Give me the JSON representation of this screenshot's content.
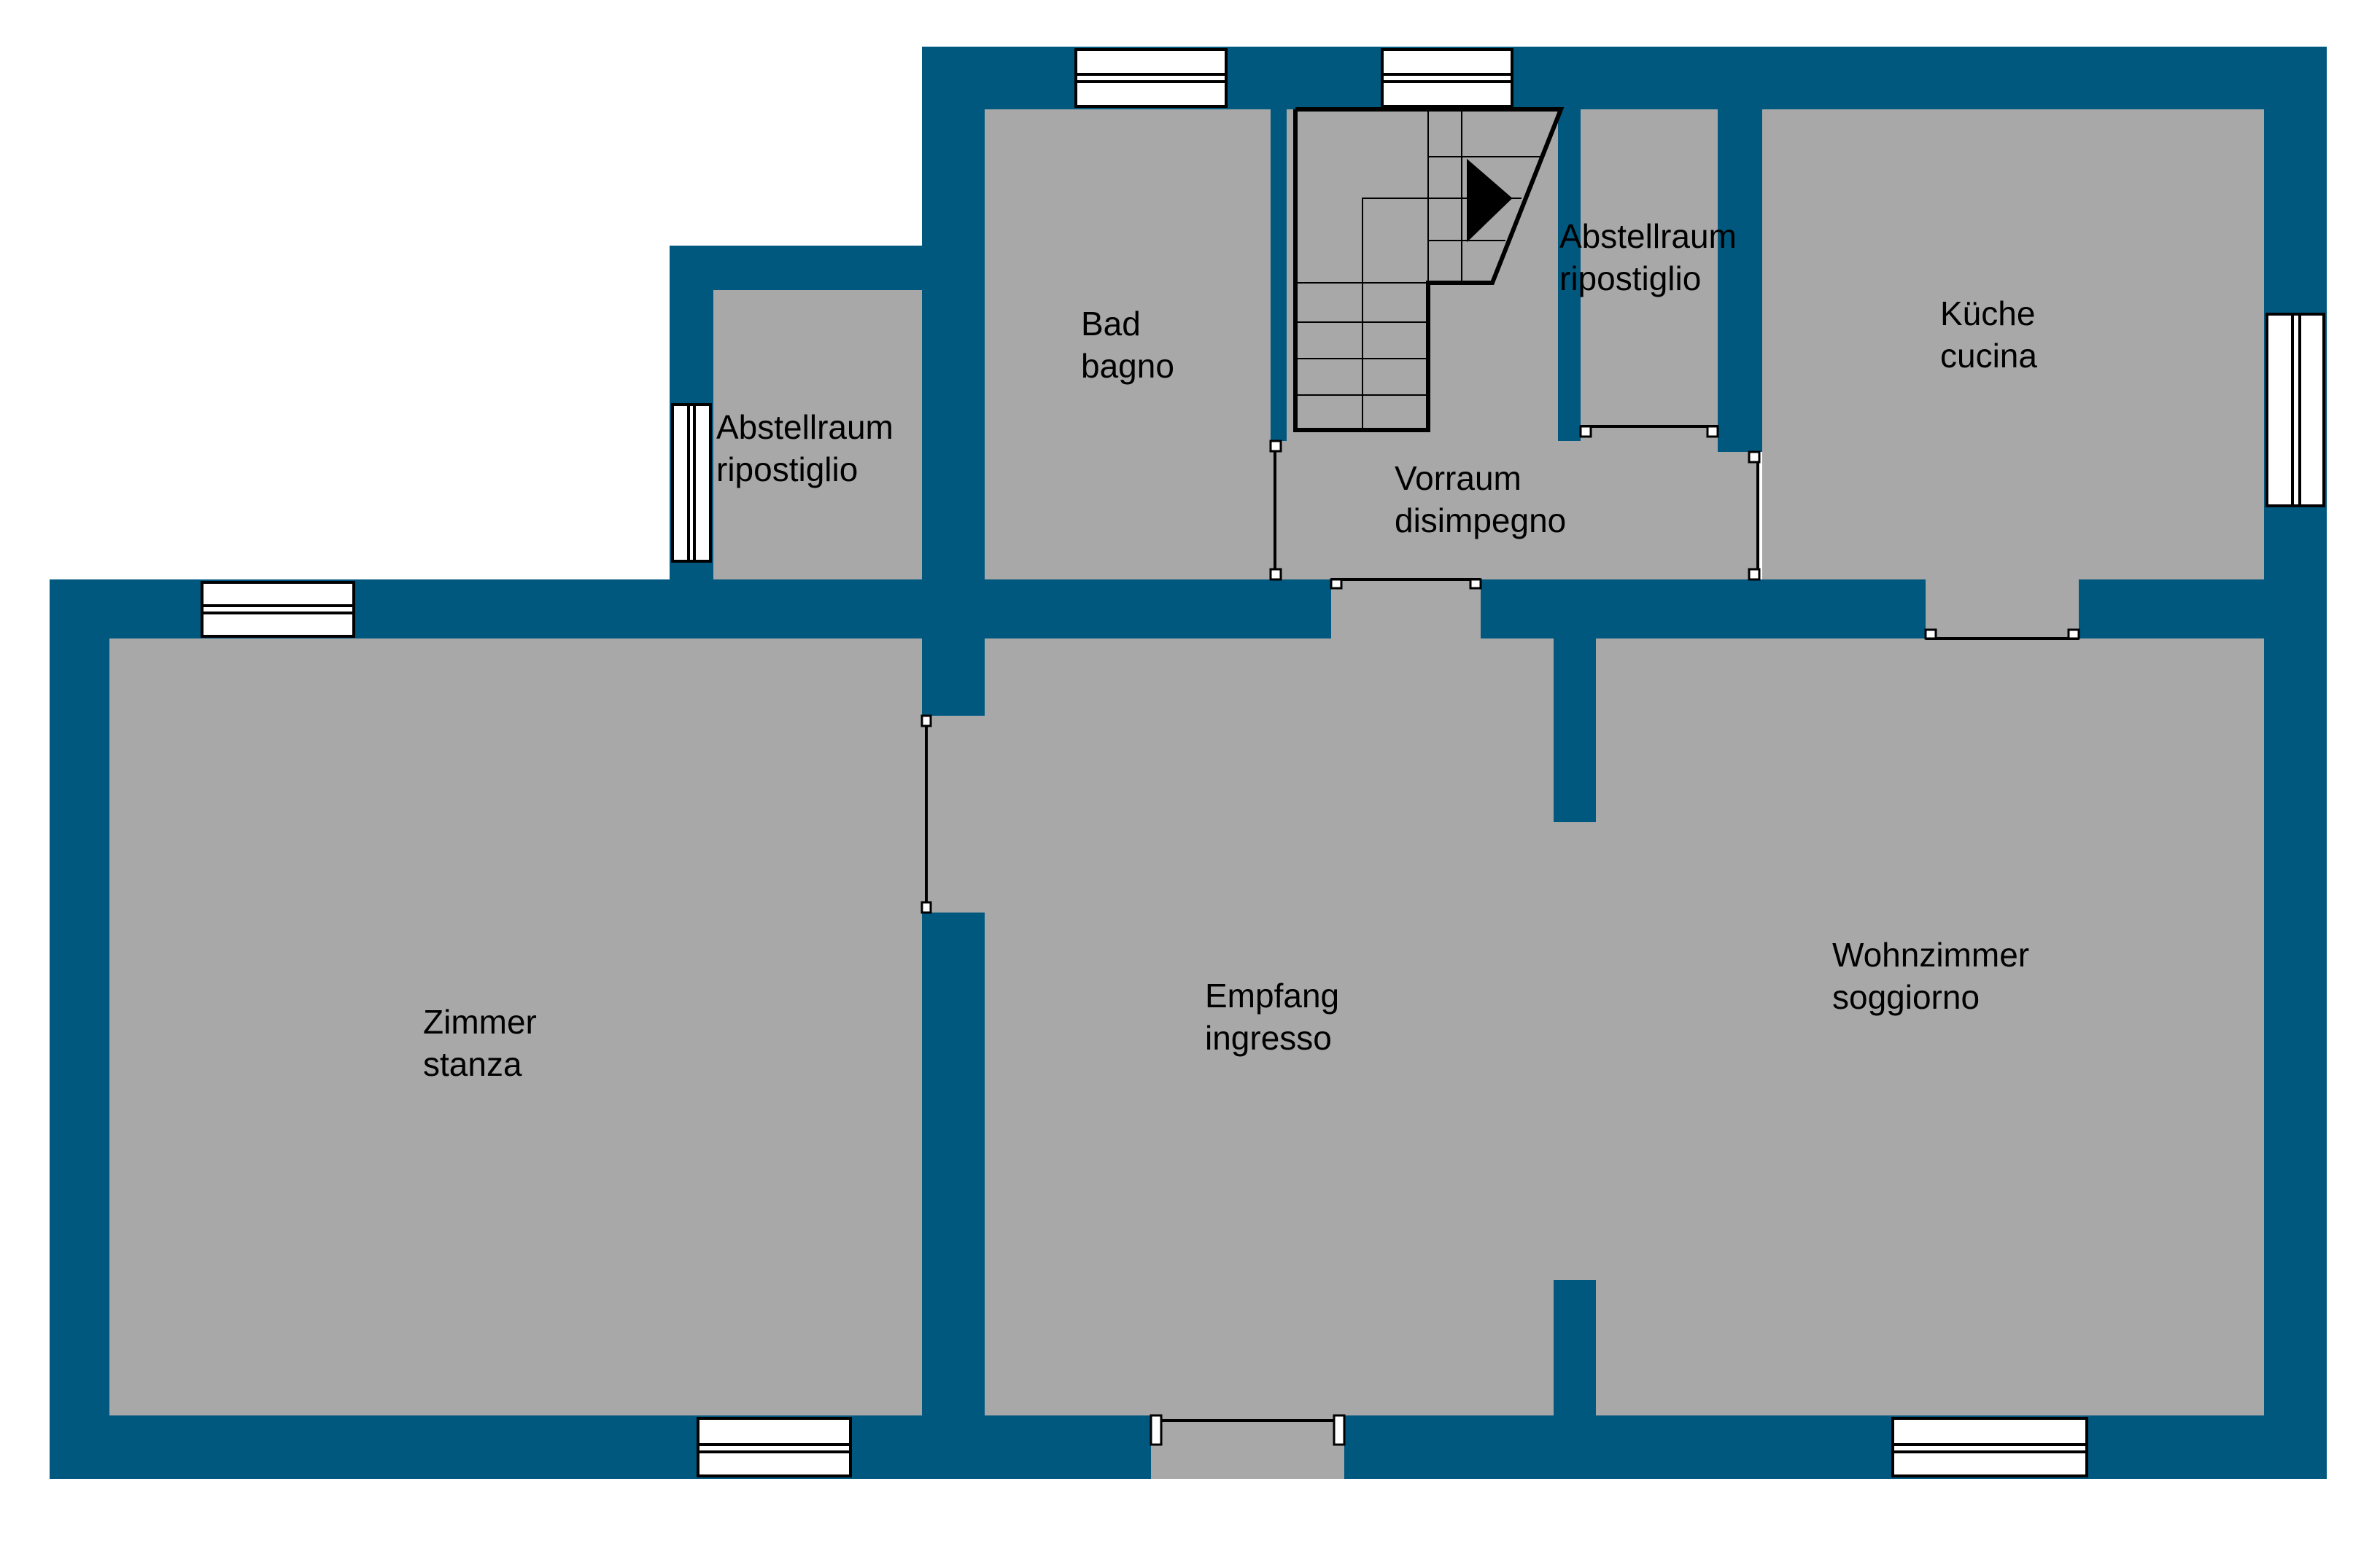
{
  "colors": {
    "wall": "#00587f",
    "floor": "#a8a8a8",
    "background": "#ffffff"
  },
  "rooms": [
    {
      "id": "zimmer",
      "label_de": "Zimmer",
      "label_it": "stanza"
    },
    {
      "id": "empfang",
      "label_de": "Empfang",
      "label_it": "ingresso"
    },
    {
      "id": "wohnzimmer",
      "label_de": "Wohnzimmer",
      "label_it": "soggiorno"
    },
    {
      "id": "bad",
      "label_de": "Bad",
      "label_it": "bagno"
    },
    {
      "id": "vorraum",
      "label_de": "Vorraum",
      "label_it": "disimpegno"
    },
    {
      "id": "kueche",
      "label_de": "Küche",
      "label_it": "cucina"
    },
    {
      "id": "abstellraum-left",
      "label_de": "Abstellraum",
      "label_it": "ripostiglio"
    },
    {
      "id": "abstellraum-right",
      "label_de": "Abstellraum",
      "label_it": "ripostiglio"
    }
  ]
}
